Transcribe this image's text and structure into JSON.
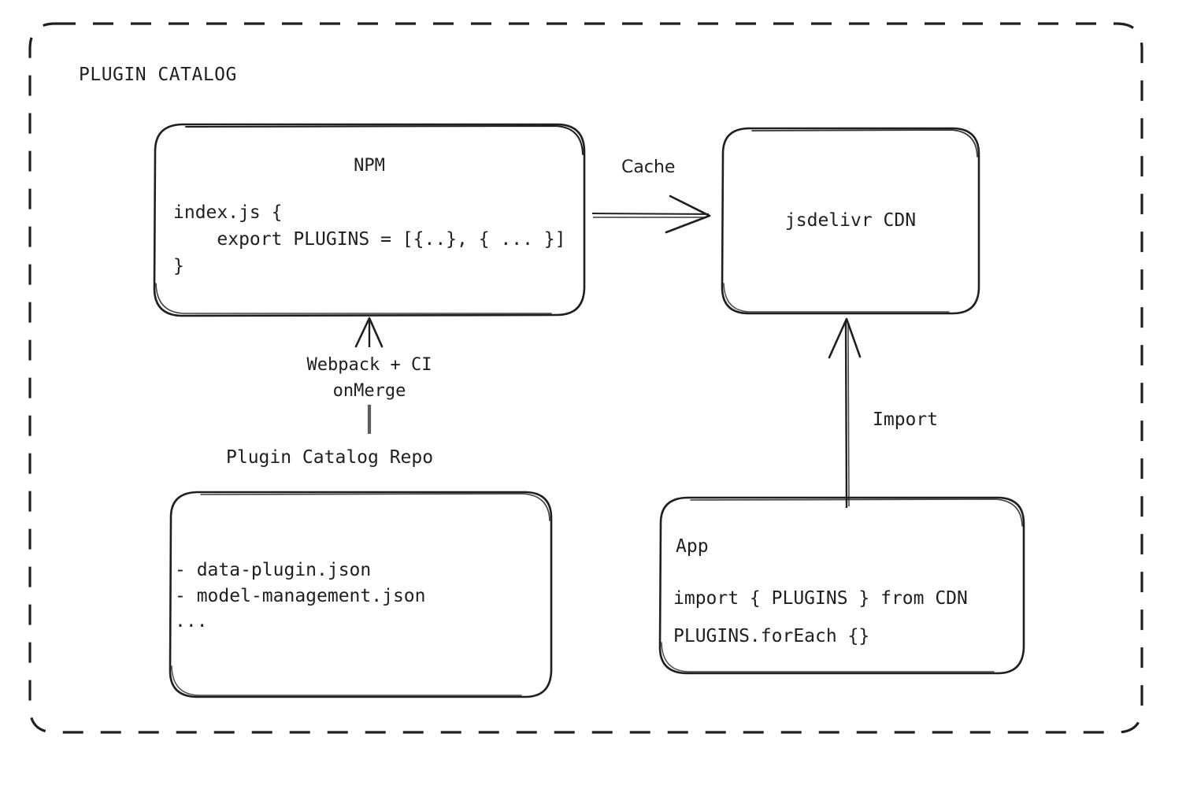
{
  "group": {
    "title": "PLUGIN CATALOG",
    "border_style": "dashed",
    "border_color": "#1f1f1f"
  },
  "nodes": {
    "npm": {
      "title": "NPM",
      "code_lines": [
        "index.js {",
        "    export PLUGINS = [{..}, { ... }]",
        "}"
      ]
    },
    "cdn": {
      "title": "jsdelivr CDN"
    },
    "repo": {
      "caption": "Plugin Catalog Repo",
      "items": [
        "- data-plugin.json",
        "- model-management.json",
        "..."
      ]
    },
    "app": {
      "title": "App",
      "code_lines": [
        "import { PLUGINS } from CDN",
        "PLUGINS.forEach {}"
      ]
    }
  },
  "edges": {
    "cache": {
      "label": "Cache"
    },
    "webpack": {
      "label_line1": "Webpack + CI",
      "label_line2": "onMerge"
    },
    "import": {
      "label": "Import"
    }
  },
  "colors": {
    "stroke": "#1f1f1f",
    "background": "#ffffff",
    "text": "#1f1f1f"
  }
}
